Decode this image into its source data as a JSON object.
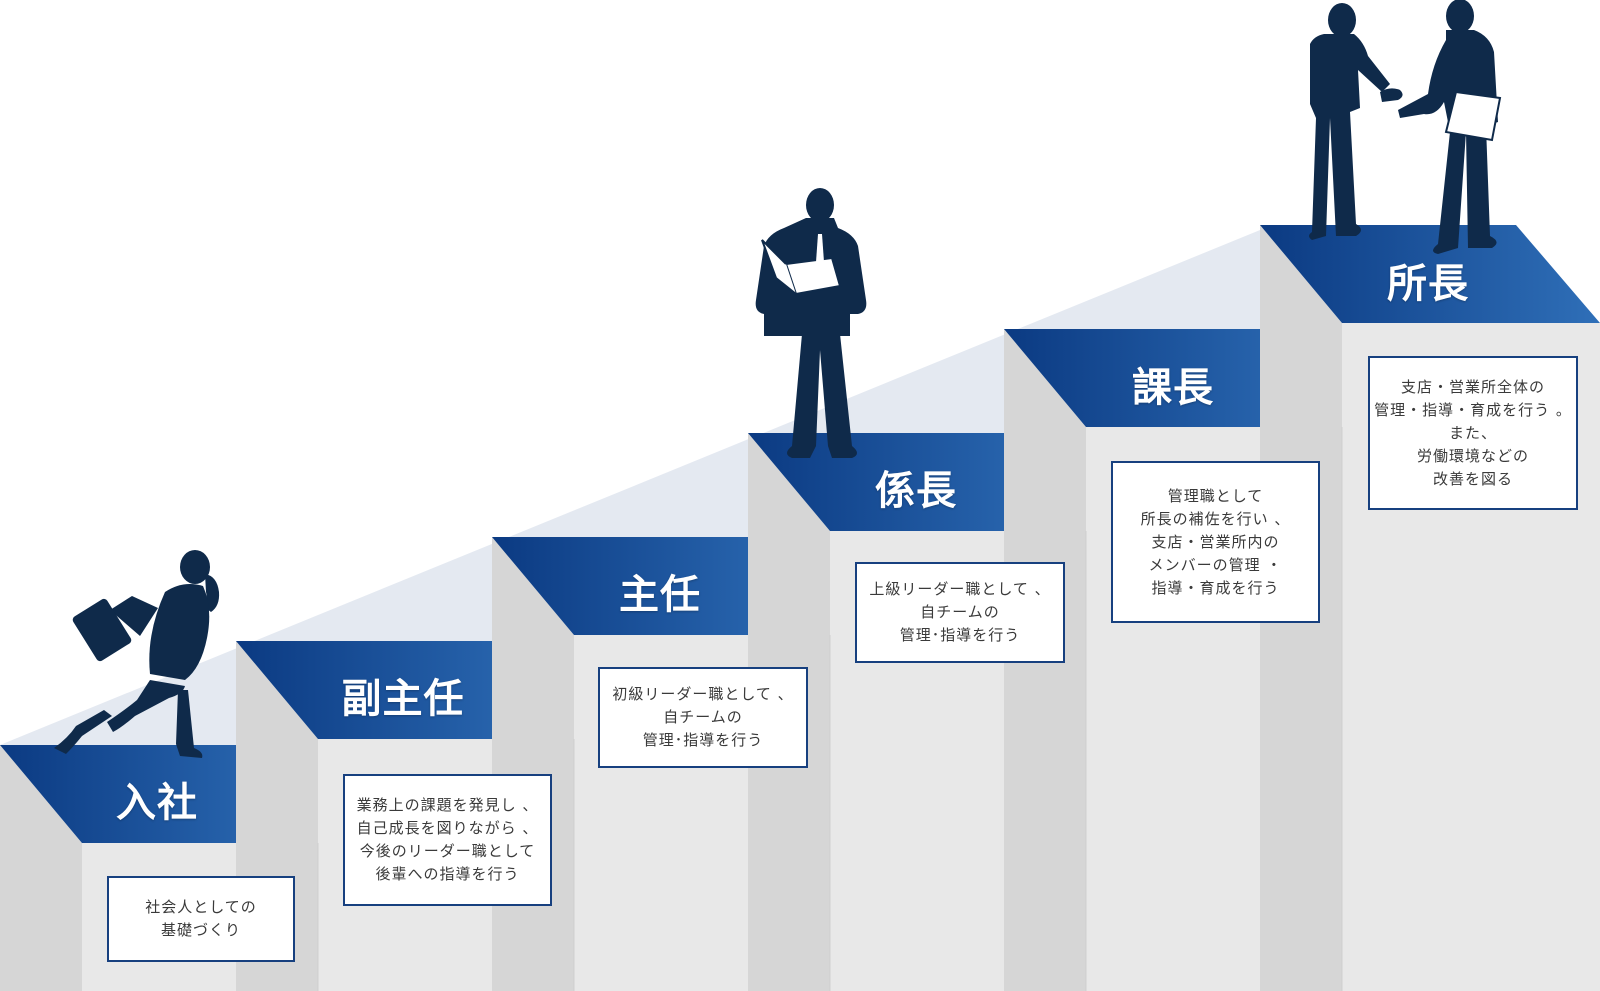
{
  "colors": {
    "tread_dark": "#0b3a82",
    "tread_light": "#2f6fb8",
    "riser": "#e8e8e8",
    "side": "#d6d6d6",
    "slope": "#e4e9f1",
    "silhouette": "#0f2a4a",
    "box_border": "#17407f"
  },
  "steps": [
    {
      "title": "入社",
      "description": "社会人としての\n基礎づくり"
    },
    {
      "title": "副主任",
      "description": "業務上の課題を発見し 、\n自己成長を図りながら 、\n今後のリーダー職として\n後輩への指導を行う"
    },
    {
      "title": "主任",
      "description": "初級リーダー職として 、\n自チームの\n管理･指導を行う"
    },
    {
      "title": "係長",
      "description": "上級リーダー職として 、\n自チームの\n管理･指導を行う"
    },
    {
      "title": "課長",
      "description": "管理職として\n所長の補佐を行い 、\n支店・営業所内の\nメンバーの管理 ・\n指導・育成を行う"
    },
    {
      "title": "所長",
      "description": "支店・営業所全体の\n管理・指導・育成を行う 。\nまた、\n労働環境などの\n改善を図る"
    }
  ],
  "figures": [
    {
      "name": "running-businessman-figure",
      "step": 1
    },
    {
      "name": "reading-businessman-figure",
      "step": 4
    },
    {
      "name": "handshake-figures",
      "step": 6
    }
  ]
}
